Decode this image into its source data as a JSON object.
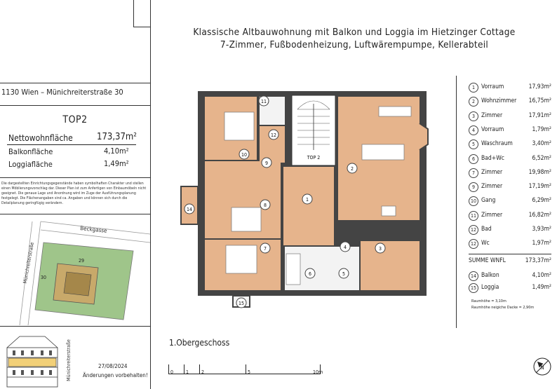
{
  "header": {
    "title_line1": "Klassische Altbauwohnung mit Balkon und Loggia im Hietzinger Cottage",
    "title_line2": "7-Zimmer, Fußbodenheizung, Luftwärempumpe, Kellerabteil"
  },
  "info": {
    "address": "1130 Wien – Münichreiterstraße 30",
    "unit": "TOP2",
    "net_label": "Nettowohnfläche",
    "net_value": "173,37m²",
    "balcony_label": "Balkonfläche",
    "balcony_value": "4,10m²",
    "loggia_label": "Loggiafläche",
    "loggia_value": "1,49m²",
    "disclaimer": "Die dargestellten Einrichtungsgegenstände haben symbolhaften Charakter und stellen einen Möblierungsvorschlag dar. Dieser Plan ist zum Anfertigen von Einbaumöbeln nicht geeignet. Die genaue Lage und Anordnung wird im Zuge der Ausführungsplanung festgelegt. Die Flächenangaben sind ca. Angaben und können sich durch die Detailplanung geringfügig verändern.",
    "date": "27/08/2024",
    "changes": "Änderungen vorbehalten!"
  },
  "site_plan": {
    "street1": "Beckgasse",
    "street2": "Münichreiterstraße",
    "lot1": "29",
    "lot2": "30"
  },
  "section": {
    "street": "Münichreiterstraße"
  },
  "plan": {
    "unit_tag": "TOP 2",
    "floor": "1.Obergeschoss",
    "scale_labels": [
      "0",
      "1",
      "2",
      "5",
      "10m"
    ],
    "north": "N"
  },
  "rooms": [
    {
      "no": "1",
      "name": "Vorraum",
      "area": "17,93m²"
    },
    {
      "no": "2",
      "name": "Wohnzimmer",
      "area": "16,75m²"
    },
    {
      "no": "3",
      "name": "Zimmer",
      "area": "17,91m²"
    },
    {
      "no": "4",
      "name": "Vorraum",
      "area": "1,79m²"
    },
    {
      "no": "5",
      "name": "Waschraum",
      "area": "3,40m²"
    },
    {
      "no": "6",
      "name": "Bad+Wc",
      "area": "6,52m²"
    },
    {
      "no": "7",
      "name": "Zimmer",
      "area": "19,98m²"
    },
    {
      "no": "9",
      "name": "Zimmer",
      "area": "17,19m²"
    },
    {
      "no": "10",
      "name": "Gang",
      "area": "6,29m²"
    },
    {
      "no": "11",
      "name": "Zimmer",
      "area": "16,82m²"
    },
    {
      "no": "12",
      "name": "Bad",
      "area": "3,93m²"
    },
    {
      "no": "12",
      "name": "Wc",
      "area": "1,97m²"
    }
  ],
  "sum": {
    "label": "SUMME WNFL",
    "value": "173,37m²"
  },
  "outdoor": [
    {
      "no": "14",
      "name": "Balkon",
      "area": "4,10m²"
    },
    {
      "no": "15",
      "name": "Loggia",
      "area": "1,49m²"
    }
  ],
  "heights": {
    "line1": "Raumhöhe = 3,10m",
    "line2": "Raumhöhe neigiche Dacke = 2,90m"
  },
  "plan_labels": [
    "1",
    "2",
    "3",
    "4",
    "5",
    "6",
    "7",
    "8",
    "9",
    "10",
    "11",
    "12",
    "14",
    "15"
  ],
  "colors": {
    "floor_wood": "#e6b48c",
    "wall": "#444444",
    "tile": "#f3f3f3",
    "green": "#9fc58a"
  }
}
